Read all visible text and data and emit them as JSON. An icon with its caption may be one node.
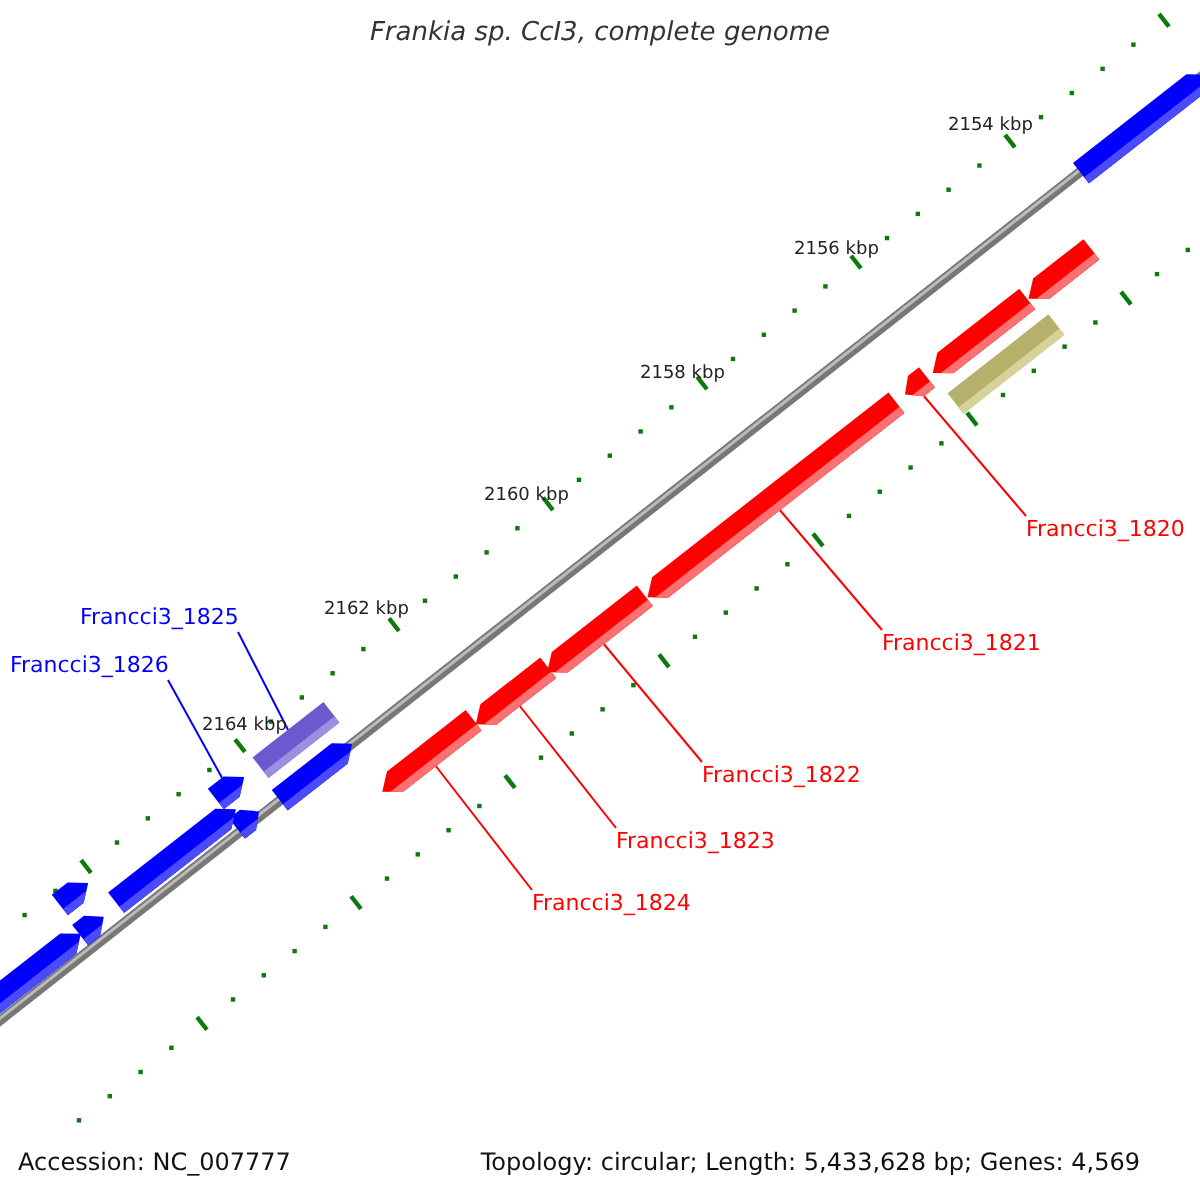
{
  "diagram": {
    "title": "Frankia sp. CcI3, complete genome",
    "nodes": [
      {
        "text": [
          "Francci3_1825"
        ]
      },
      {
        "text": [
          "Francci3_1826"
        ]
      },
      {
        "text": [
          "Francci3_1820"
        ]
      },
      {
        "text": [
          "Francci3_1821"
        ]
      },
      {
        "text": [
          "Francci3_1822"
        ]
      },
      {
        "text": [
          "Francci3_1823"
        ]
      },
      {
        "text": [
          "Francci3_1824"
        ]
      },
      {
        "text": [],
        "shape": "arrow"
      },
      {
        "text": [],
        "shape": "arrow"
      },
      {
        "text": [],
        "shape": "arrow"
      },
      {
        "text": [],
        "shape": "bar"
      },
      {
        "text": [],
        "shape": "arrow"
      },
      {
        "text": [],
        "shape": "arrow"
      },
      {
        "text": [],
        "shape": "arrow"
      },
      {
        "text": [],
        "shape": "arrow"
      },
      {
        "text": [],
        "shape": "arrow"
      },
      {
        "text": [],
        "shape": "bar"
      },
      {
        "text": [],
        "shape": "arrow"
      },
      {
        "text": [],
        "shape": "arrow"
      },
      {
        "text": [],
        "shape": "arrow"
      },
      {
        "text": [],
        "shape": "arrow"
      },
      {
        "text": [],
        "shape": "arrow"
      },
      {
        "text": [],
        "shape": "arrow"
      },
      {
        "text": [],
        "shape": "arrow"
      }
    ],
    "edges": [
      {
        "from": 0,
        "to": 16,
        "arrow": "none",
        "color": "#0000ff"
      },
      {
        "from": 1,
        "to": 18,
        "arrow": "none",
        "color": "#0000ff"
      },
      {
        "from": 2,
        "to": 11,
        "arrow": "none"
      },
      {
        "from": 3,
        "to": 12,
        "arrow": "none"
      },
      {
        "from": 4,
        "to": 13,
        "arrow": "none"
      },
      {
        "from": 5,
        "to": 14,
        "arrow": "none"
      },
      {
        "from": 6,
        "to": 15,
        "arrow": "none"
      }
    ],
    "labels": [
      "2154 kbp",
      "2156 kbp",
      "2158 kbp",
      "2160 kbp",
      "2162 kbp",
      "2164 kbp",
      "Accession: NC_007777",
      "Topology: circular; Length: 5,433,628 bp; Genes: 4,569"
    ]
  }
}
